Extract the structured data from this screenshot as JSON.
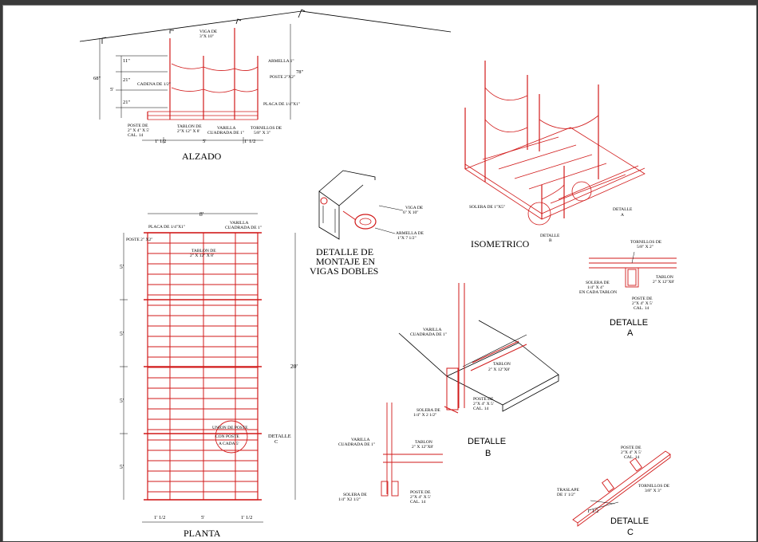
{
  "colors": {
    "structure": "#d11a1a",
    "annotation": "#000000",
    "paper": "#ffffff",
    "frame": "#3a3a3a"
  },
  "alzado": {
    "title": "ALZADO",
    "viga": "VIGA  DE",
    "viga_dim": "3\"X 10\"",
    "armella": "ARMELLA 1\"",
    "poste": "POSTE 2\"X2\"",
    "cadena": "CADENA DE 1/2\"",
    "placa": "PLACA DE 1/4\"X1\"",
    "poste_l1": "POSTE DE",
    "poste_l2": "2\" X 4\" X 5'",
    "poste_l3": "CAL. 14",
    "tablon_l1": "TABLON DE",
    "tablon_l2": "2\"X 12\" X 8'",
    "varilla_l1": "VARILLA",
    "varilla_l2": "CUADRADA DE 1\"",
    "tornillos_l1": "TORNILLOS DE",
    "tornillos_l2": "5/8\" X 3\"",
    "dim_11": "11\"",
    "dim_21a": "21\"",
    "dim_21b": "21\"",
    "dim_5": "5'",
    "dim_68": "68\"",
    "dim_78": "78\"",
    "dim_b1": "1' 1/2",
    "dim_b2": "5'",
    "dim_b3": "1' 1/2"
  },
  "planta": {
    "title": "PLANTA",
    "placa": "PLACA DE 1/4\"X1\"",
    "varilla_l1": "VARILLA",
    "varilla_l2": "CUADRADA DE 1\"",
    "poste": "POSTE 2\" X2\"",
    "tablon_l1": "TABLON DE",
    "tablon_l2": "2\" X 12\" X 8'",
    "union_l1": "UNION DE POSTE",
    "union_l2": "CON POSTE",
    "union_l3": "A CADA 5'",
    "detalle_l1": "DETALLE",
    "detalle_l2": "C",
    "dim_8": "8'",
    "dim_20": "20'",
    "dim_5a": "5'",
    "dim_5b": "5'",
    "dim_5c": "5'",
    "dim_5d": "5'",
    "dim_b1": "1' 1/2",
    "dim_b2": "5'",
    "dim_b3": "1' 1/2"
  },
  "montaje": {
    "title_l1": "DETALLE DE",
    "title_l2": "MONTAJE EN",
    "title_l3": "VIGAS DOBLES",
    "viga_l1": "VIGA  DE",
    "viga_l2": "6\" X 10\"",
    "armella_l1": "ARMELLA DE",
    "armella_l2": "1\"X 7 1/2\""
  },
  "isometrico": {
    "title": "ISOMETRICO",
    "solera": "SOLERA DE 1\"X5\"",
    "detalle_a_l1": "DETALLE",
    "detalle_a_l2": "A",
    "detalle_b_l1": "DETALLE",
    "detalle_b_l2": "B"
  },
  "detalle_a": {
    "title_l1": "DETALLE",
    "title_l2": "A",
    "tornillos_l1": "TORNILLOS DE",
    "tornillos_l2": "5/8\" X 2\"",
    "solera_l1": "SOLERA DE",
    "solera_l2": "1/4\" X 4\"",
    "solera_l3": "EN CADA TABLON",
    "tablon_l1": "TABLON",
    "tablon_l2": "2\" X 12\"X8'",
    "poste_l1": "POSTE DE",
    "poste_l2": "2\"X 4\" X 5'",
    "poste_l3": "CAL. 14"
  },
  "detalle_b": {
    "title_l1": "DETALLE",
    "title_l2": "B",
    "varilla_l1": "VARILLA",
    "varilla_l2": "CUADRADA DE 1\"",
    "tablon_l1": "TABLON",
    "tablon_l2": "2\" X 12\"X8'",
    "poste_l1": "POSTE DE",
    "poste_l2": "2\"X 4\" X 5'",
    "poste_l3": "CAL. 14",
    "solera_l1": "SOLERA DE",
    "solera_l2": "1/4\" X 2 1/2\"",
    "s_varilla_l1": "VARILLA",
    "s_varilla_l2": "CUADRADA DE 1\"",
    "s_tablon_l1": "TABLON",
    "s_tablon_l2": "2\" X 12\"X8'",
    "s_poste_l1": "POSTE DE",
    "s_poste_l2": "2\"X 4\" X 5'",
    "s_poste_l3": "CAL. 14",
    "s_solera_l1": "SOLERA DE",
    "s_solera_l2": "1/4\" X2 1/2\""
  },
  "detalle_c": {
    "title_l1": "DETALLE",
    "title_l2": "C",
    "poste_l1": "POSTE DE",
    "poste_l2": "2\"X 4\" X 5'",
    "poste_l3": "CAL. 14",
    "tornillos_l1": "TORNILLOS DE",
    "tornillos_l2": "3/8\" X 3\"",
    "traslape_l1": "TRASLAPE",
    "traslape_l2": "DE 1' 1/2\"",
    "dim": "1' 1/2"
  }
}
